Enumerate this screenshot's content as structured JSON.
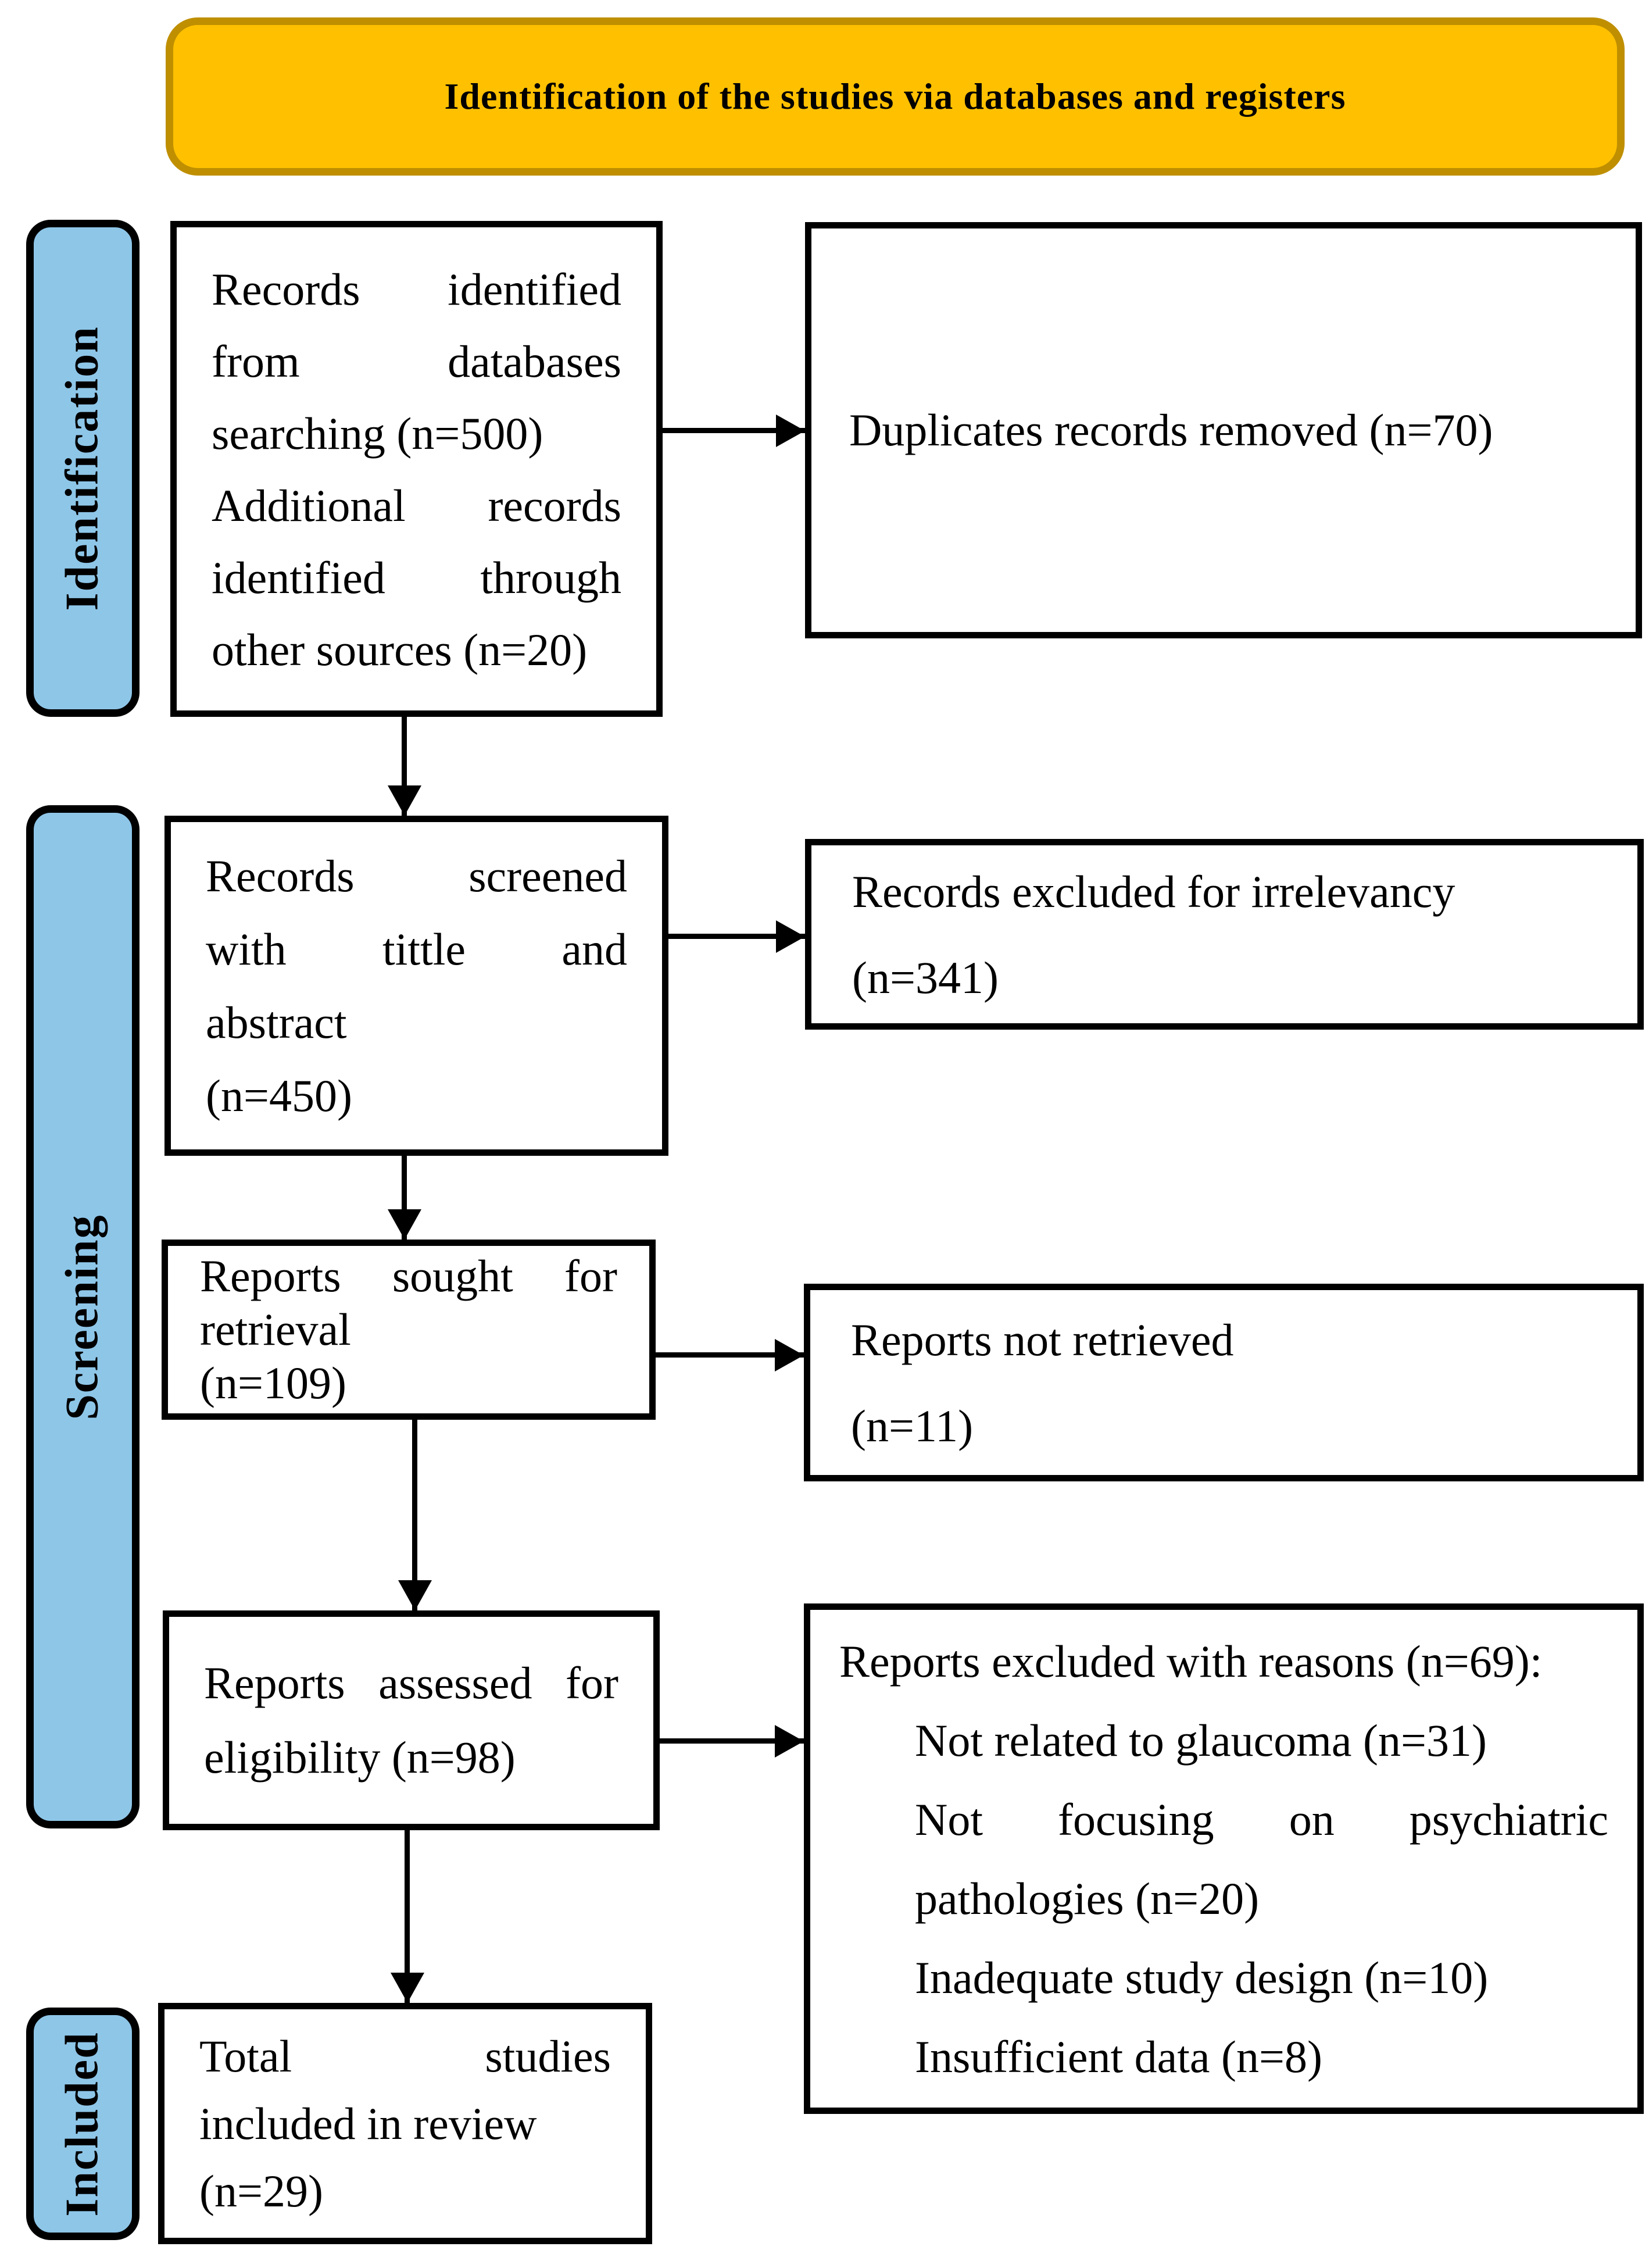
{
  "title": "Identification of the studies via databases and registers",
  "colors": {
    "header_fill": "#FFC000",
    "header_border": "#BF8F00",
    "stage_fill": "#8EC6E8",
    "line_color": "#000000"
  },
  "stages": [
    {
      "label": "Identification"
    },
    {
      "label": "Screening"
    },
    {
      "label": "Included"
    }
  ],
  "boxes": {
    "records_identified": {
      "lines": [
        {
          "text": "Records identified",
          "justify": true
        },
        {
          "text": "from databases",
          "justify": true
        },
        {
          "text": "searching (n=500)"
        },
        {
          "text": "Additional records",
          "justify": true
        },
        {
          "text": "identified through",
          "justify": true
        },
        {
          "text": "other sources (n=20)"
        }
      ]
    },
    "duplicates_removed": {
      "lines": [
        {
          "text": "Duplicates records removed (n=70)"
        }
      ]
    },
    "records_screened": {
      "lines": [
        {
          "text": "Records screened",
          "justify": true
        },
        {
          "text": "with tittle and",
          "justify": true
        },
        {
          "text": "abstract"
        },
        {
          "text": "(n=450)"
        }
      ]
    },
    "records_excluded_irrelevancy": {
      "lines": [
        {
          "text": "Records excluded for irrelevancy"
        },
        {
          "text": "(n=341)"
        }
      ]
    },
    "reports_sought": {
      "lines": [
        {
          "text": "Reports sought for",
          "justify": true
        },
        {
          "text": "retrieval"
        },
        {
          "text": "(n=109)"
        }
      ]
    },
    "reports_not_retrieved": {
      "lines": [
        {
          "text": "Reports not retrieved"
        },
        {
          "text": "(n=11)"
        }
      ]
    },
    "reports_assessed": {
      "lines": [
        {
          "text": "Reports assessed for",
          "justify": true
        },
        {
          "text": "eligibility (n=98)"
        }
      ]
    },
    "reports_excluded_reasons": {
      "lines": [
        {
          "text": "Reports excluded with reasons (n=69):"
        },
        {
          "text": "Not related to glaucoma (n=31)",
          "indent": true
        },
        {
          "text": "Not focusing on psychiatric",
          "justify": true,
          "indent": true
        },
        {
          "text": "pathologies (n=20)",
          "indent": true
        },
        {
          "text": "Inadequate study design (n=10)",
          "indent": true
        },
        {
          "text": "Insufficient data (n=8)",
          "indent": true
        }
      ]
    },
    "total_included": {
      "lines": [
        {
          "text": "Total studies",
          "justify": true
        },
        {
          "text": "included in review"
        },
        {
          "text": "(n=29)"
        }
      ]
    }
  }
}
